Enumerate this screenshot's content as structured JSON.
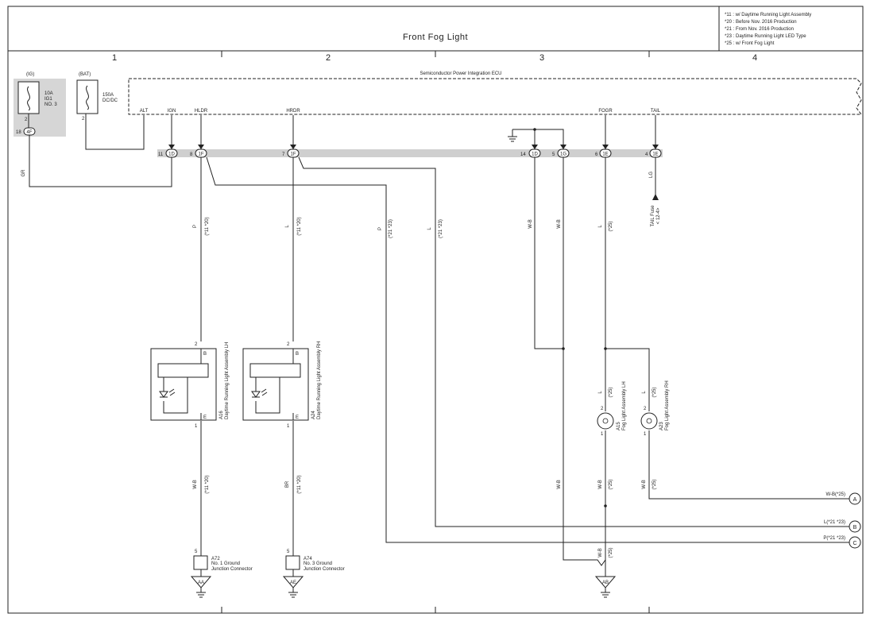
{
  "title": "Front Fog Light",
  "legend": [
    "*11 : w/ Daytime Running Light Assembly",
    "*20 : Before Nov.  2016 Production",
    "*21 : From Nov.  2016 Production",
    "*23 : Daytime Running Light LED Type",
    "*25 : w/ Front Fog Light"
  ],
  "columns": [
    "1",
    "2",
    "3",
    "4"
  ],
  "ecu": {
    "name": "Semiconductor Power Integration ECU",
    "pins": {
      "alt": "ALT",
      "ign": "IGN",
      "hldr": "HLDR",
      "hrdr": "HRDR",
      "fogr": "FOGR",
      "tail": "TAIL"
    }
  },
  "fuses": {
    "ig": {
      "group": "(IG)",
      "line1": "10A",
      "line2": "IG1",
      "line3": "NO. 3",
      "pin": "2",
      "conn_pin": "18",
      "conn": "4F"
    },
    "bat": {
      "group": "(BAT)",
      "line1": "150A",
      "line2": "DC/DC",
      "pin": "2"
    }
  },
  "connectors": [
    {
      "pin": "11",
      "id": "1D"
    },
    {
      "pin": "8",
      "id": "1F"
    },
    {
      "pin": "7",
      "id": "1F"
    },
    {
      "pin": "14",
      "id": "1D"
    },
    {
      "pin": "5",
      "id": "1G"
    },
    {
      "pin": "6",
      "id": "1E"
    },
    {
      "pin": "4",
      "id": "1E"
    }
  ],
  "wires": {
    "gr": "GR",
    "p_hldr": "P",
    "p_hldr_note": "(*11 *20)",
    "l_hrdr": "L",
    "l_hrdr_note": "(*11 *20)",
    "p_branch": "P",
    "p_branch_note": "(*21 *23)",
    "l_branch": "L",
    "l_branch_note": "(*21 *23)",
    "wb_1": "W-B",
    "wb_2": "W-B",
    "l_fogr": "L",
    "l_fogr_note": "(*25)",
    "lg": "LG",
    "tail_fuse_1": "TAIL Fuse",
    "tail_fuse_2": "< 12-4>",
    "l_fog_lh": "L",
    "l_fog_lh_note": "(*25)",
    "l_fog_rh": "L",
    "l_fog_rh_note": "(*25)",
    "wb_lh": "W-B",
    "wb_lh_note": "(*11 *20)",
    "br_rh": "BR",
    "br_rh_note": "(*11 *20)",
    "wb_mid": "W-B",
    "wb_foglh": "W-B",
    "wb_foglh_note": "(*25)",
    "wb_fogrh": "W-B",
    "wb_fogrh_note": "(*25)",
    "wb_bottom": "W-B",
    "wb_bottom_note": "(*25)"
  },
  "components": {
    "drl_lh": {
      "code": "A16",
      "name": "Daytime Running Light Assembly LH",
      "pin_top": "2",
      "pin_bot": "1",
      "term_top": "B",
      "term_bot": "E"
    },
    "drl_rh": {
      "code": "A24",
      "name": "Daytime Running Light Assembly RH",
      "pin_top": "2",
      "pin_bot": "1",
      "term_top": "B",
      "term_bot": "E"
    },
    "fog_lh": {
      "code": "A15",
      "name": "Fog Light Assembly LH",
      "pin_top": "2",
      "pin_bot": "1"
    },
    "fog_rh": {
      "code": "A23",
      "name": "Fog Light Assembly RH",
      "pin_top": "2",
      "pin_bot": "1"
    }
  },
  "junctions": [
    {
      "code": "A72",
      "name": "No. 1 Ground",
      "name2": "Junction Connector",
      "pin": "5",
      "ground": "AA"
    },
    {
      "code": "A74",
      "name": "No. 3 Ground",
      "name2": "Junction Connector",
      "pin": "5",
      "ground": "AE"
    }
  ],
  "ground_ab": "AB",
  "outputs": [
    {
      "letter": "A",
      "label": "W-B(*25)"
    },
    {
      "letter": "B",
      "label": "L(*21 *23)"
    },
    {
      "letter": "C",
      "label": "P(*21 *23)"
    }
  ]
}
